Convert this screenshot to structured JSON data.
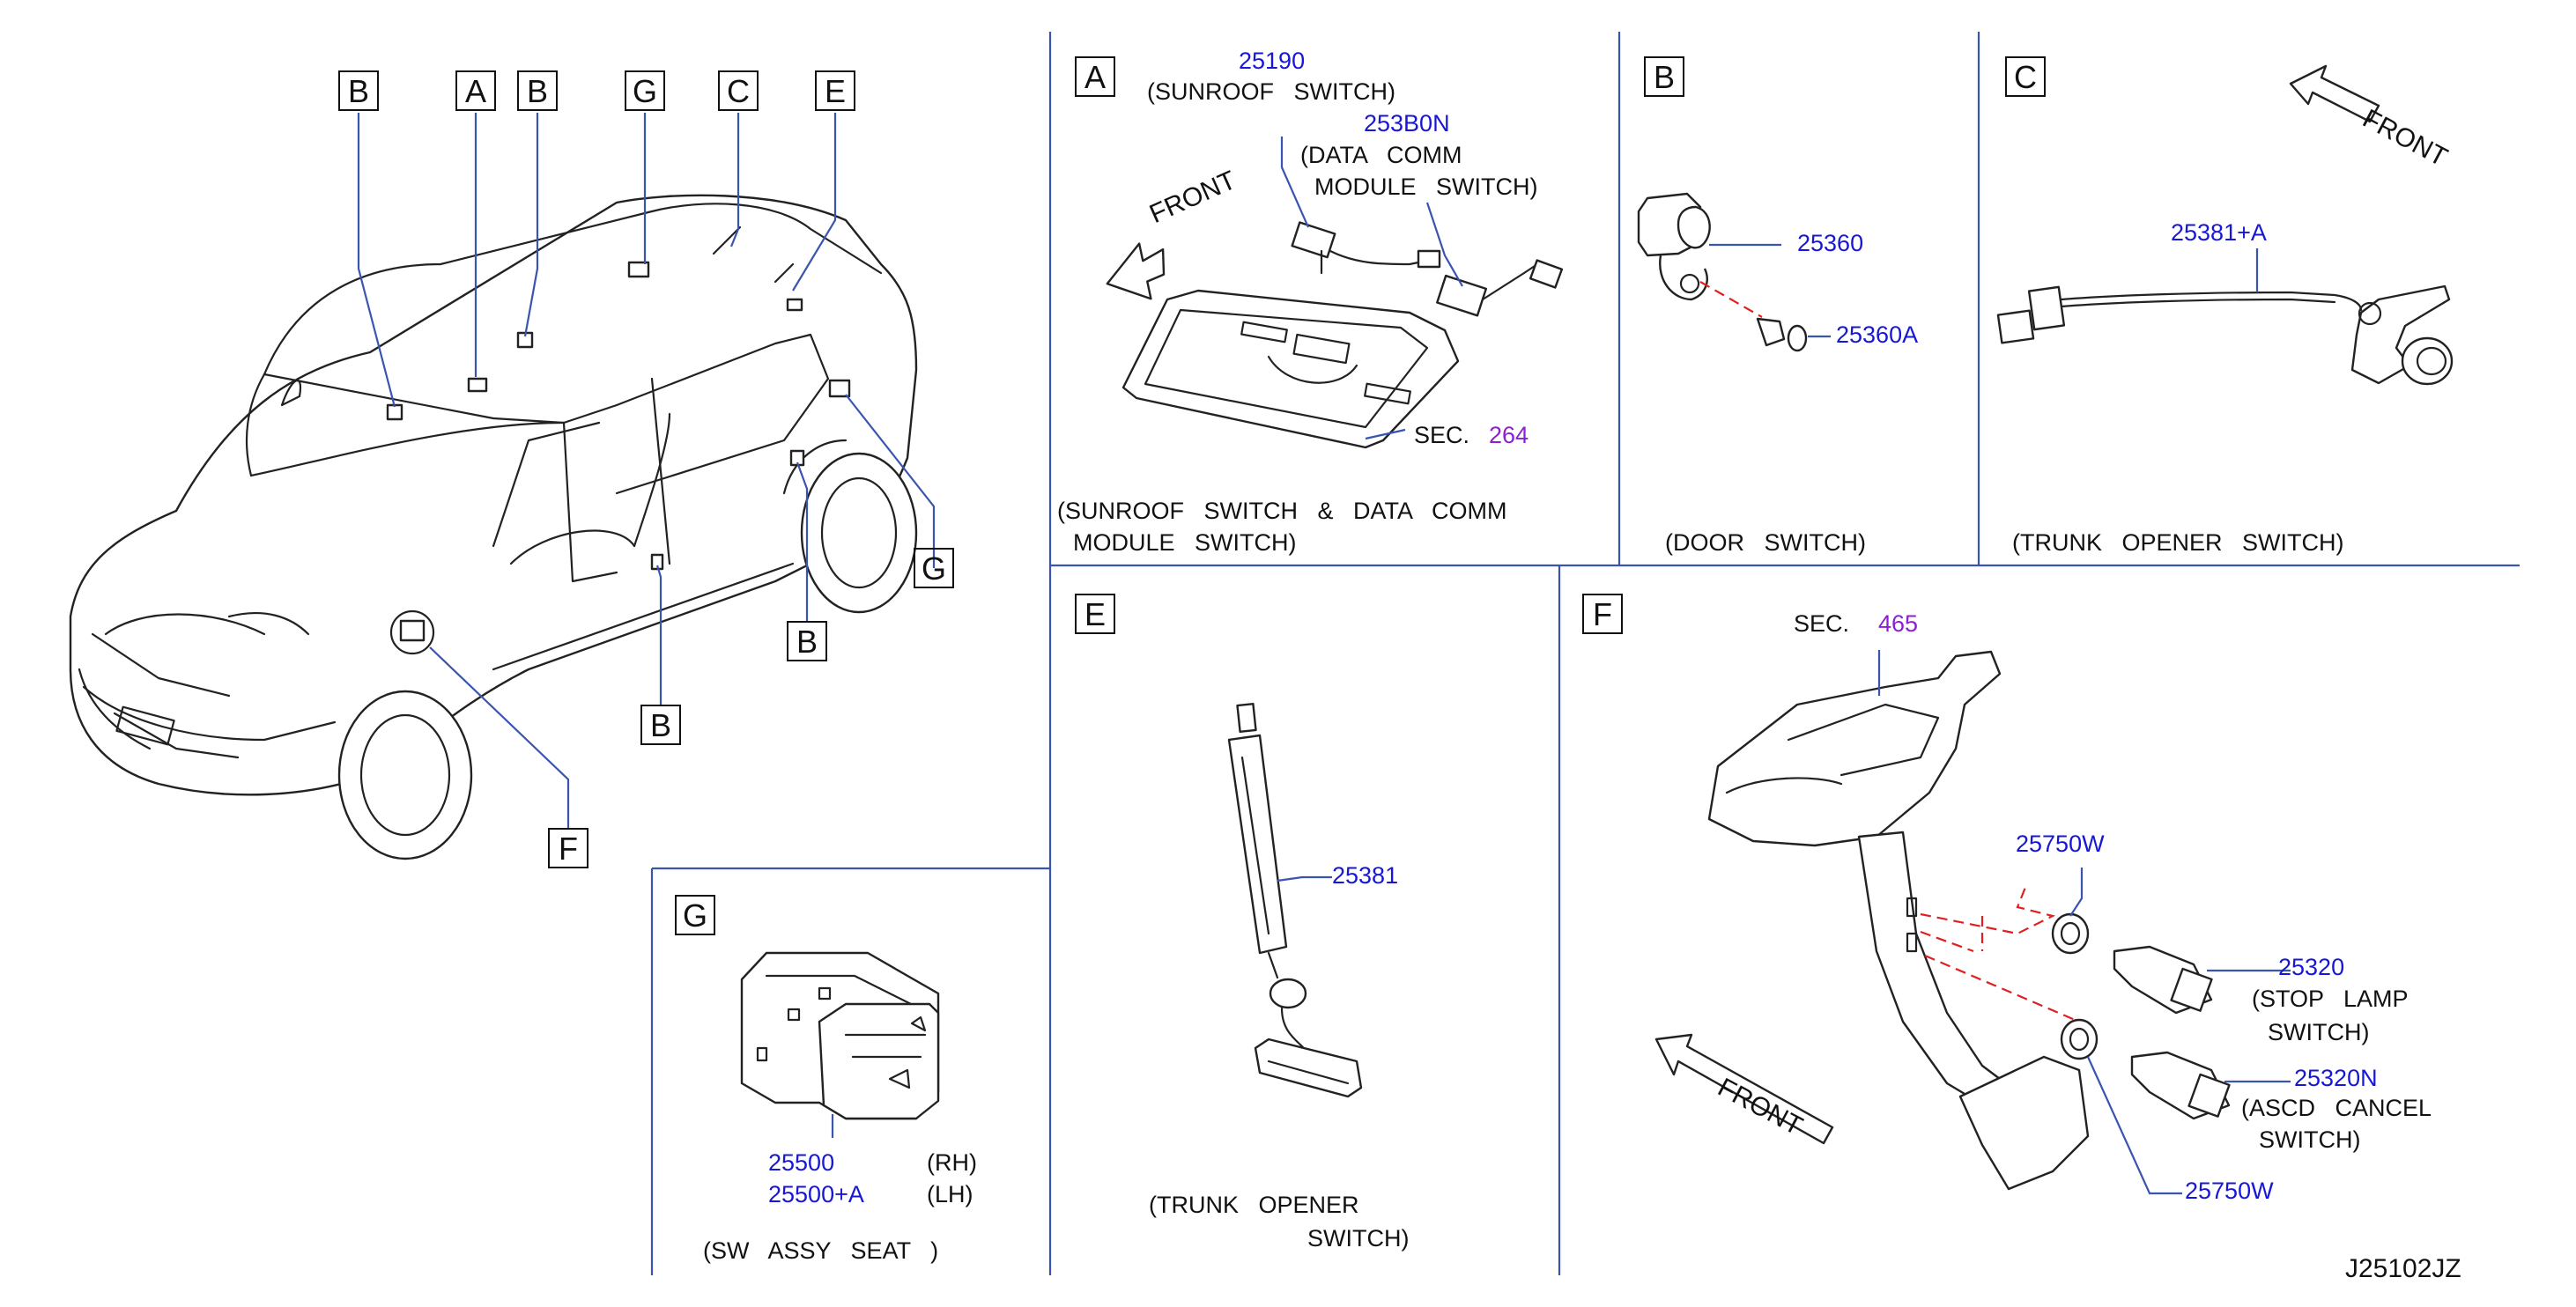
{
  "callout_letters": {
    "main_b1": "B",
    "main_a": "A",
    "main_b2": "B",
    "main_g1": "G",
    "main_c": "C",
    "main_e": "E",
    "main_g2": "G",
    "main_b3": "B",
    "main_b4": "B",
    "main_f": "F",
    "sec_a": "A",
    "sec_b": "B",
    "sec_c": "C",
    "sec_e": "E",
    "sec_f": "F",
    "sec_g": "G"
  },
  "panel_a": {
    "part1_num": "25190",
    "part1_name": "(SUNROOF   SWITCH)",
    "part2_num": "253B0N",
    "part2_name_l1": "(DATA   COMM",
    "part2_name_l2": "MODULE   SWITCH)",
    "sec_label": "SEC.",
    "sec_num": "264",
    "front": "FRONT",
    "caption_l1": "(SUNROOF   SWITCH   &   DATA   COMM",
    "caption_l2": "MODULE   SWITCH)"
  },
  "panel_b": {
    "part1_num": "25360",
    "part2_num": "25360A",
    "caption": "(DOOR   SWITCH)"
  },
  "panel_c": {
    "part_num": "25381+A",
    "front": "FRONT",
    "caption": "(TRUNK   OPENER   SWITCH)"
  },
  "panel_e": {
    "part_num": "25381",
    "caption_l1": "(TRUNK   OPENER",
    "caption_l2": "SWITCH)"
  },
  "panel_f": {
    "sec_label": "SEC.",
    "sec_num": "465",
    "clip_upper": "25750W",
    "clip_lower": "25750W",
    "stop_num": "25320",
    "stop_l1": "(STOP   LAMP",
    "stop_l2": "SWITCH)",
    "ascd_num": "25320N",
    "ascd_l1": "(ASCD   CANCEL",
    "ascd_l2": "SWITCH)",
    "front": "FRONT"
  },
  "panel_g": {
    "rh_num": "25500",
    "rh_side": "(RH)",
    "lh_num": "25500+A",
    "lh_side": "(LH)",
    "caption": "(SW   ASSY   SEAT   )"
  },
  "diagram_code": "J25102JZ"
}
